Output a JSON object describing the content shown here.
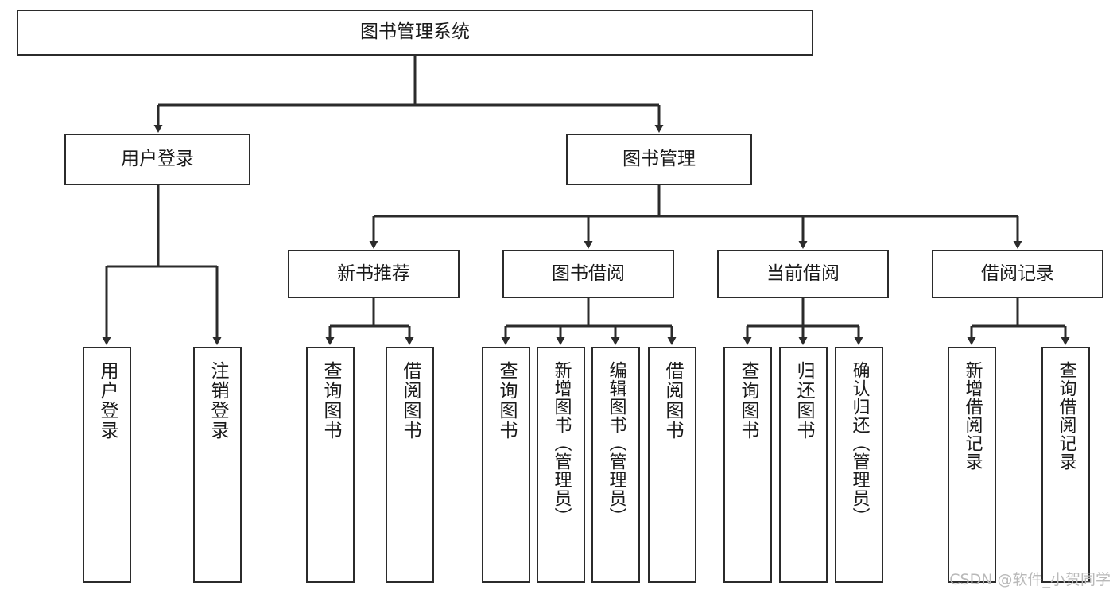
{
  "diagram": {
    "title": "图书管理系统",
    "type": "functional-decomposition-tree",
    "watermark": "CSDN @软件_小贺同学",
    "colors": {
      "box_border": "#2b2b2b",
      "box_fill": "#ffffff",
      "connector": "#2b2b2b",
      "text": "#1a1a1a",
      "watermark": "#b9b9b9"
    },
    "levels": {
      "level1": [
        "图书管理系统"
      ],
      "level2": [
        "用户登录",
        "图书管理"
      ],
      "level3": [
        "新书推荐",
        "图书借阅",
        "当前借阅",
        "借阅记录"
      ]
    },
    "nodes": {
      "root": "图书管理系统",
      "user_login": "用户登录",
      "book_manage": "图书管理",
      "new_book_rec": "新书推荐",
      "book_borrow": "图书借阅",
      "current_borrow": "当前借阅",
      "borrow_record": "借阅记录",
      "leaf_user_login": "用户登录",
      "leaf_logout": "注销登录",
      "leaf_query_book_1": "查询图书",
      "leaf_borrow_book_1": "借阅图书",
      "leaf_query_book_2": "查询图书",
      "leaf_add_book_admin": "新增图书（管理员）",
      "leaf_edit_book_admin": "编辑图书（管理员）",
      "leaf_borrow_book_2": "借阅图书",
      "leaf_query_book_3": "查询图书",
      "leaf_return_book": "归还图书",
      "leaf_confirm_return_admin": "确认归还（管理员）",
      "leaf_add_record": "新增借阅记录",
      "leaf_query_record": "查询借阅记录"
    },
    "edges": [
      {
        "from": "图书管理系统",
        "to": "用户登录"
      },
      {
        "from": "图书管理系统",
        "to": "图书管理"
      },
      {
        "from": "用户登录",
        "to": "用户登录"
      },
      {
        "from": "用户登录",
        "to": "注销登录"
      },
      {
        "from": "图书管理",
        "to": "新书推荐"
      },
      {
        "from": "图书管理",
        "to": "图书借阅"
      },
      {
        "from": "图书管理",
        "to": "当前借阅"
      },
      {
        "from": "图书管理",
        "to": "借阅记录"
      },
      {
        "from": "新书推荐",
        "to": "查询图书"
      },
      {
        "from": "新书推荐",
        "to": "借阅图书"
      },
      {
        "from": "图书借阅",
        "to": "查询图书"
      },
      {
        "from": "图书借阅",
        "to": "新增图书（管理员）"
      },
      {
        "from": "图书借阅",
        "to": "编辑图书（管理员）"
      },
      {
        "from": "图书借阅",
        "to": "借阅图书"
      },
      {
        "from": "当前借阅",
        "to": "查询图书"
      },
      {
        "from": "当前借阅",
        "to": "归还图书"
      },
      {
        "from": "当前借阅",
        "to": "确认归还（管理员）"
      },
      {
        "from": "借阅记录",
        "to": "新增借阅记录"
      },
      {
        "from": "借阅记录",
        "to": "查询借阅记录"
      }
    ]
  }
}
